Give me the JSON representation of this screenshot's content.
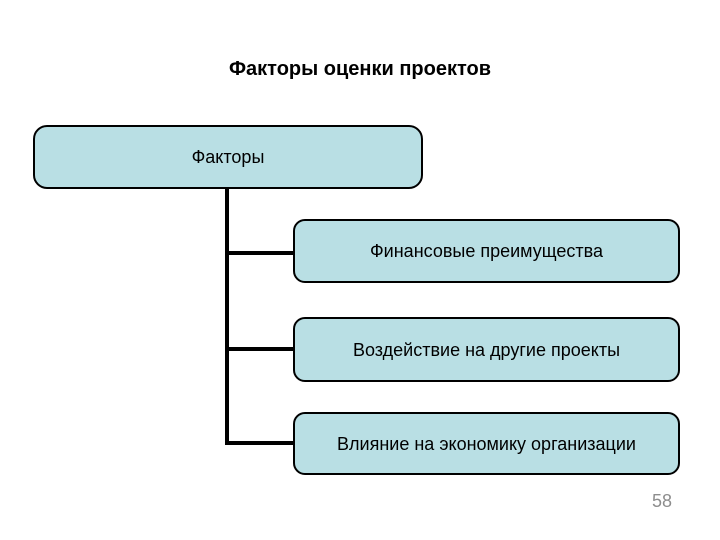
{
  "slide": {
    "title": "Факторы оценки проектов",
    "background_color": "#ffffff",
    "page_number": "58"
  },
  "theme": {
    "node_fill": "#b9dfe4",
    "node_border": "#000000",
    "connector_color": "#000000",
    "text_color": "#000000",
    "page_number_color": "#8d8d8d"
  },
  "diagram": {
    "type": "horizontal-hierarchy",
    "root": {
      "label": "Факторы"
    },
    "children": [
      {
        "label": "Финансовые преимущества"
      },
      {
        "label": "Воздействие на другие проекты"
      },
      {
        "label": "Влияние на экономику организации"
      }
    ]
  }
}
